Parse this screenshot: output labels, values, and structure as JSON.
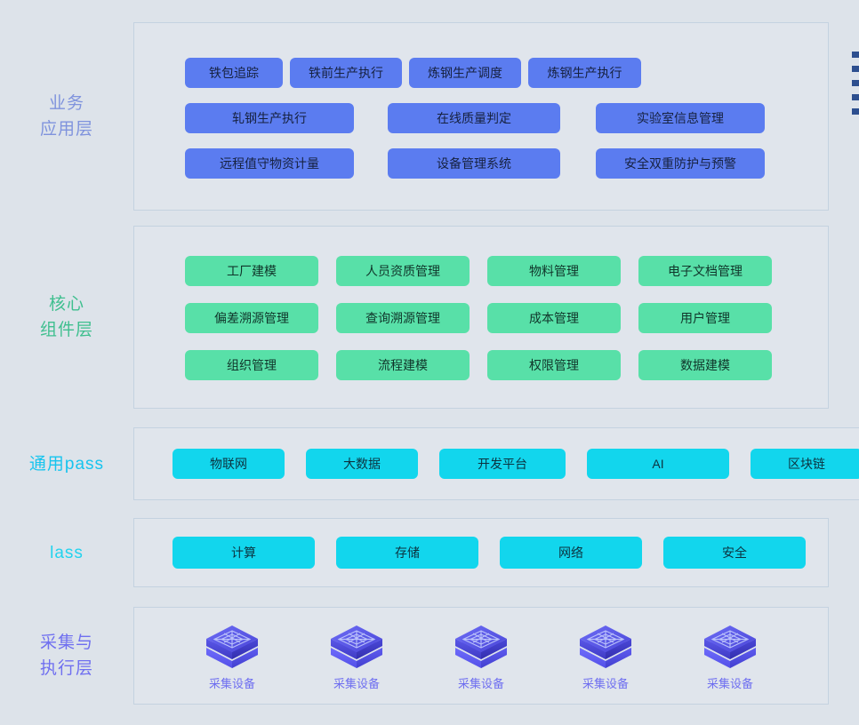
{
  "layers": [
    {
      "id": "biz",
      "label": "业务\n应用层",
      "color": "#7f93dd",
      "rows": [
        {
          "items": [
            {
              "label": "铁包追踪",
              "width": 110,
              "gap": 8
            },
            {
              "label": "铁前生产执行",
              "width": 126,
              "gap": 8
            },
            {
              "label": "炼钢生产调度",
              "width": 126,
              "gap": 8
            },
            {
              "label": "炼钢生产执行",
              "width": 127,
              "gap": 0
            }
          ]
        },
        {
          "items": [
            {
              "label": "轧钢生产执行",
              "width": 190,
              "gap": 38
            },
            {
              "label": "在线质量判定",
              "width": 194,
              "gap": 40
            },
            {
              "label": "实验室信息管理",
              "width": 190,
              "gap": 0
            }
          ]
        },
        {
          "items": [
            {
              "label": "远程值守物资计量",
              "width": 190,
              "gap": 38
            },
            {
              "label": "设备管理系统",
              "width": 194,
              "gap": 40
            },
            {
              "label": "安全双重防护与预警",
              "width": 190,
              "gap": 0
            }
          ]
        }
      ]
    },
    {
      "id": "core",
      "label": "核心\n组件层",
      "color": "#3fbf8f",
      "rows": [
        {
          "items": [
            {
              "label": "工厂建模"
            },
            {
              "label": "人员资质管理"
            },
            {
              "label": "物料管理"
            },
            {
              "label": "电子文档管理"
            }
          ]
        },
        {
          "items": [
            {
              "label": "偏差溯源管理"
            },
            {
              "label": "查询溯源管理"
            },
            {
              "label": "成本管理"
            },
            {
              "label": "用户管理"
            }
          ]
        },
        {
          "items": [
            {
              "label": "组织管理"
            },
            {
              "label": "流程建模"
            },
            {
              "label": "权限管理"
            },
            {
              "label": "数据建模"
            }
          ]
        }
      ]
    },
    {
      "id": "paas",
      "label": "通用pass",
      "color": "#17c4ee",
      "rows": [
        {
          "items": [
            {
              "label": "物联网",
              "width": 126
            },
            {
              "label": "大数据",
              "width": 126
            },
            {
              "label": "开发平台",
              "width": 142
            },
            {
              "label": "AI",
              "width": 160
            },
            {
              "label": "区块链",
              "width": 126
            }
          ]
        }
      ]
    },
    {
      "id": "iaas",
      "label": "lass",
      "color": "#22d3ee",
      "rows": [
        {
          "items": [
            {
              "label": "计算",
              "width": 160
            },
            {
              "label": "存储",
              "width": 160
            },
            {
              "label": "网络",
              "width": 160
            },
            {
              "label": "安全",
              "width": 160
            }
          ]
        }
      ]
    },
    {
      "id": "edge",
      "label": "采集与\n执行层",
      "color": "#6f6ff0"
    }
  ],
  "devices": [
    {
      "label": "采集设备",
      "icon": "server-cube-icon"
    },
    {
      "label": "采集设备",
      "icon": "server-cube-icon"
    },
    {
      "label": "采集设备",
      "icon": "server-cube-icon"
    },
    {
      "label": "采集设备",
      "icon": "server-cube-icon"
    },
    {
      "label": "采集设备",
      "icon": "server-cube-icon"
    }
  ],
  "edge_markers": 5,
  "palette": {
    "background": "#dde3ea",
    "panel_border": "#c4d2e0",
    "chip_blue": "#5b7cf0",
    "chip_green": "#58e0a8",
    "chip_cyan": "#12d6ed",
    "device_purple": "#5b5bef",
    "marker": "#2d4f8f"
  }
}
